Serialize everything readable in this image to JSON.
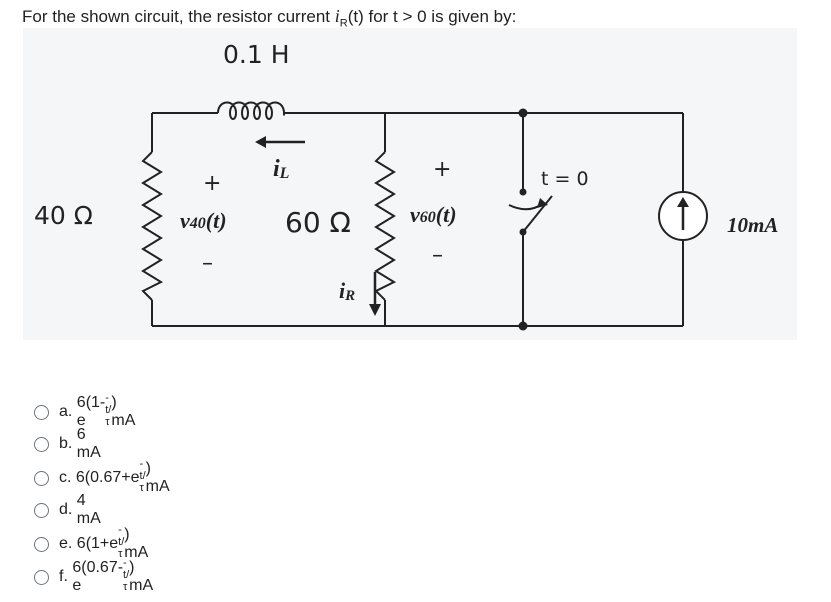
{
  "question": {
    "prefix": "For the shown circuit, the resistor current ",
    "var_main": "i",
    "var_sub": "R",
    "suffix": "(t) for t > 0 is given by:"
  },
  "circuit": {
    "inductor_label": "0.1 H",
    "inductor_current_main": "i",
    "inductor_current_sub": "L",
    "resistor40_label": "40 Ω",
    "v40_main": "v",
    "v40_sub": "40",
    "v40_tail": "(t)",
    "resistor60_label": "60 Ω",
    "v60_main": "v",
    "v60_sub": "60",
    "v60_tail": "(t)",
    "resistor_current_main": "i",
    "resistor_current_sub": "R",
    "switch_label": "t = 0",
    "source_label": "10mA",
    "plus": "+",
    "minus": "–"
  },
  "options": [
    {
      "letter": "a.",
      "pre": "6(1-e",
      "exp": "-t/τ",
      "post": ") mA"
    },
    {
      "letter": "b.",
      "pre": "6 mA",
      "exp": "",
      "post": ""
    },
    {
      "letter": "c.",
      "pre": "6(0.67+e",
      "exp": "-t/τ",
      "post": ") mA"
    },
    {
      "letter": "d.",
      "pre": "4 mA",
      "exp": "",
      "post": ""
    },
    {
      "letter": "e.",
      "pre": "6(1+e",
      "exp": "-t/τ",
      "post": ") mA"
    },
    {
      "letter": "f.",
      "pre": "6(0.67-e",
      "exp": "-t/τ",
      "post": ") mA"
    }
  ]
}
